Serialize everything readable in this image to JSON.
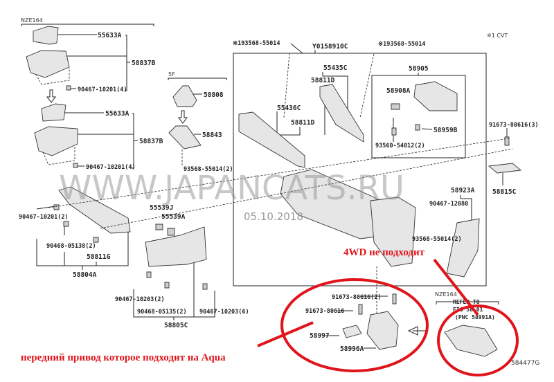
{
  "diagram": {
    "variant_labels": {
      "nze164_top": "NZE164",
      "five_f": "5F",
      "cvt_note": "※1 CVT",
      "nze164_bottom": "NZE164"
    },
    "refer_to": {
      "line1": "REFER TO",
      "line2": "FIG 58-01",
      "line3": "(PNC 58991A)"
    },
    "parts": {
      "p55633a_1": "55633A",
      "p58837b_1": "58837B",
      "p90467_10201_4_1": "90467-10201(4)",
      "p55633a_2": "55633A",
      "p58837b_2": "58837B",
      "p90467_10201_4_2": "90467-10201(4)",
      "p58808": "58808",
      "p58843": "58843",
      "p93568_55014_2a": "93568-55014(2)",
      "p93568_55014_l": "※193568-55014",
      "py0158910c": "Y0158910C",
      "p93568_55014_r": "※193568-55014",
      "p55435c": "55435C",
      "p58811d_1": "58811D",
      "p58905": "58905",
      "p58908a": "58908A",
      "p58959b": "58959B",
      "p93560_54012": "93560-54012(2)",
      "p55436c": "55436C",
      "p58811d_2": "58811D",
      "p91673_80616_3": "91673-80616(3)",
      "p58815c": "58815C",
      "p58923a": "58923A",
      "p90467_12080": "90467-12080",
      "p90467_10201_2": "90467-10201(2)",
      "p90468_05138": "90468-05138(2)",
      "p58811g": "58811G",
      "p58804a": "58804A",
      "p55539j": "55539J",
      "p55539a": "55539A",
      "p90467_10203_2": "90467-10203(2)",
      "p90468_05135": "90468-05135(2)",
      "p90467_10203_6": "90467-10203(6)",
      "p58805c": "58805C",
      "p93568_55014_2b": "93568-55014(2)",
      "p91673_80616_2": "91673-80616(2)",
      "p91673_80616": "91673-80616",
      "p58997": "58997",
      "p58996a": "58996A",
      "fig_code": "584477G"
    }
  },
  "watermark": {
    "site": "WWW.JAPANCATS.RU",
    "date": "05.10.2018"
  },
  "annotations": {
    "rear_4wd": "4WD не подходит",
    "front_aqua": "передний привод которое подходит на Aqua",
    "color": "#e0151b"
  }
}
